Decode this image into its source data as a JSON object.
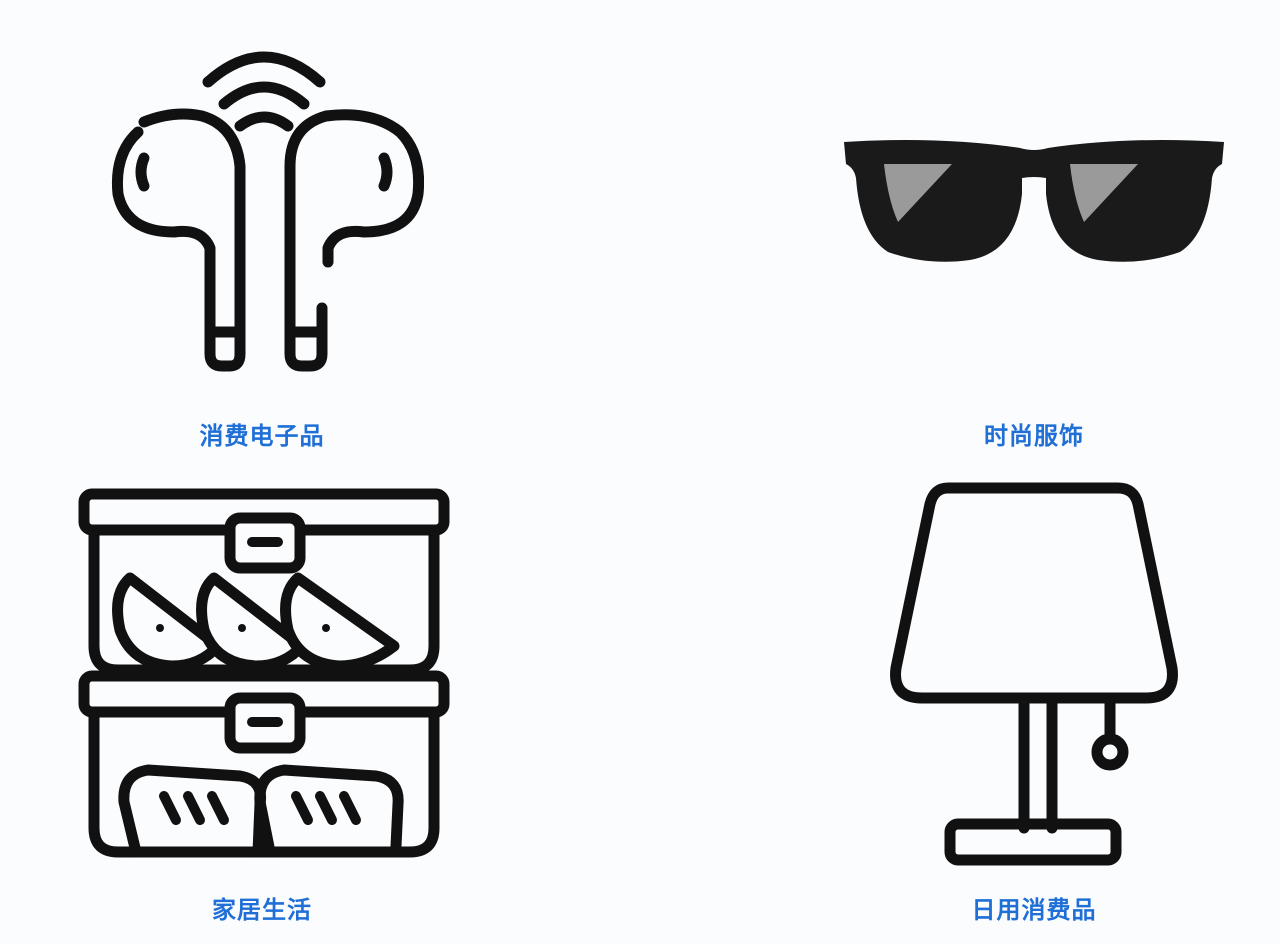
{
  "categories": [
    {
      "id": "consumer-electronics",
      "label": "消费电子品",
      "icon": "earbuds-icon"
    },
    {
      "id": "fashion-apparel",
      "label": "时尚服饰",
      "icon": "sunglasses-icon"
    },
    {
      "id": "home-living",
      "label": "家居生活",
      "icon": "food-container-icon"
    },
    {
      "id": "daily-consumables",
      "label": "日用消费品",
      "icon": "table-lamp-icon"
    }
  ],
  "colors": {
    "background": "#fbfcfe",
    "label": "#1f6fd6",
    "icon_stroke": "#111111",
    "lens_highlight": "#9a9a9a"
  }
}
